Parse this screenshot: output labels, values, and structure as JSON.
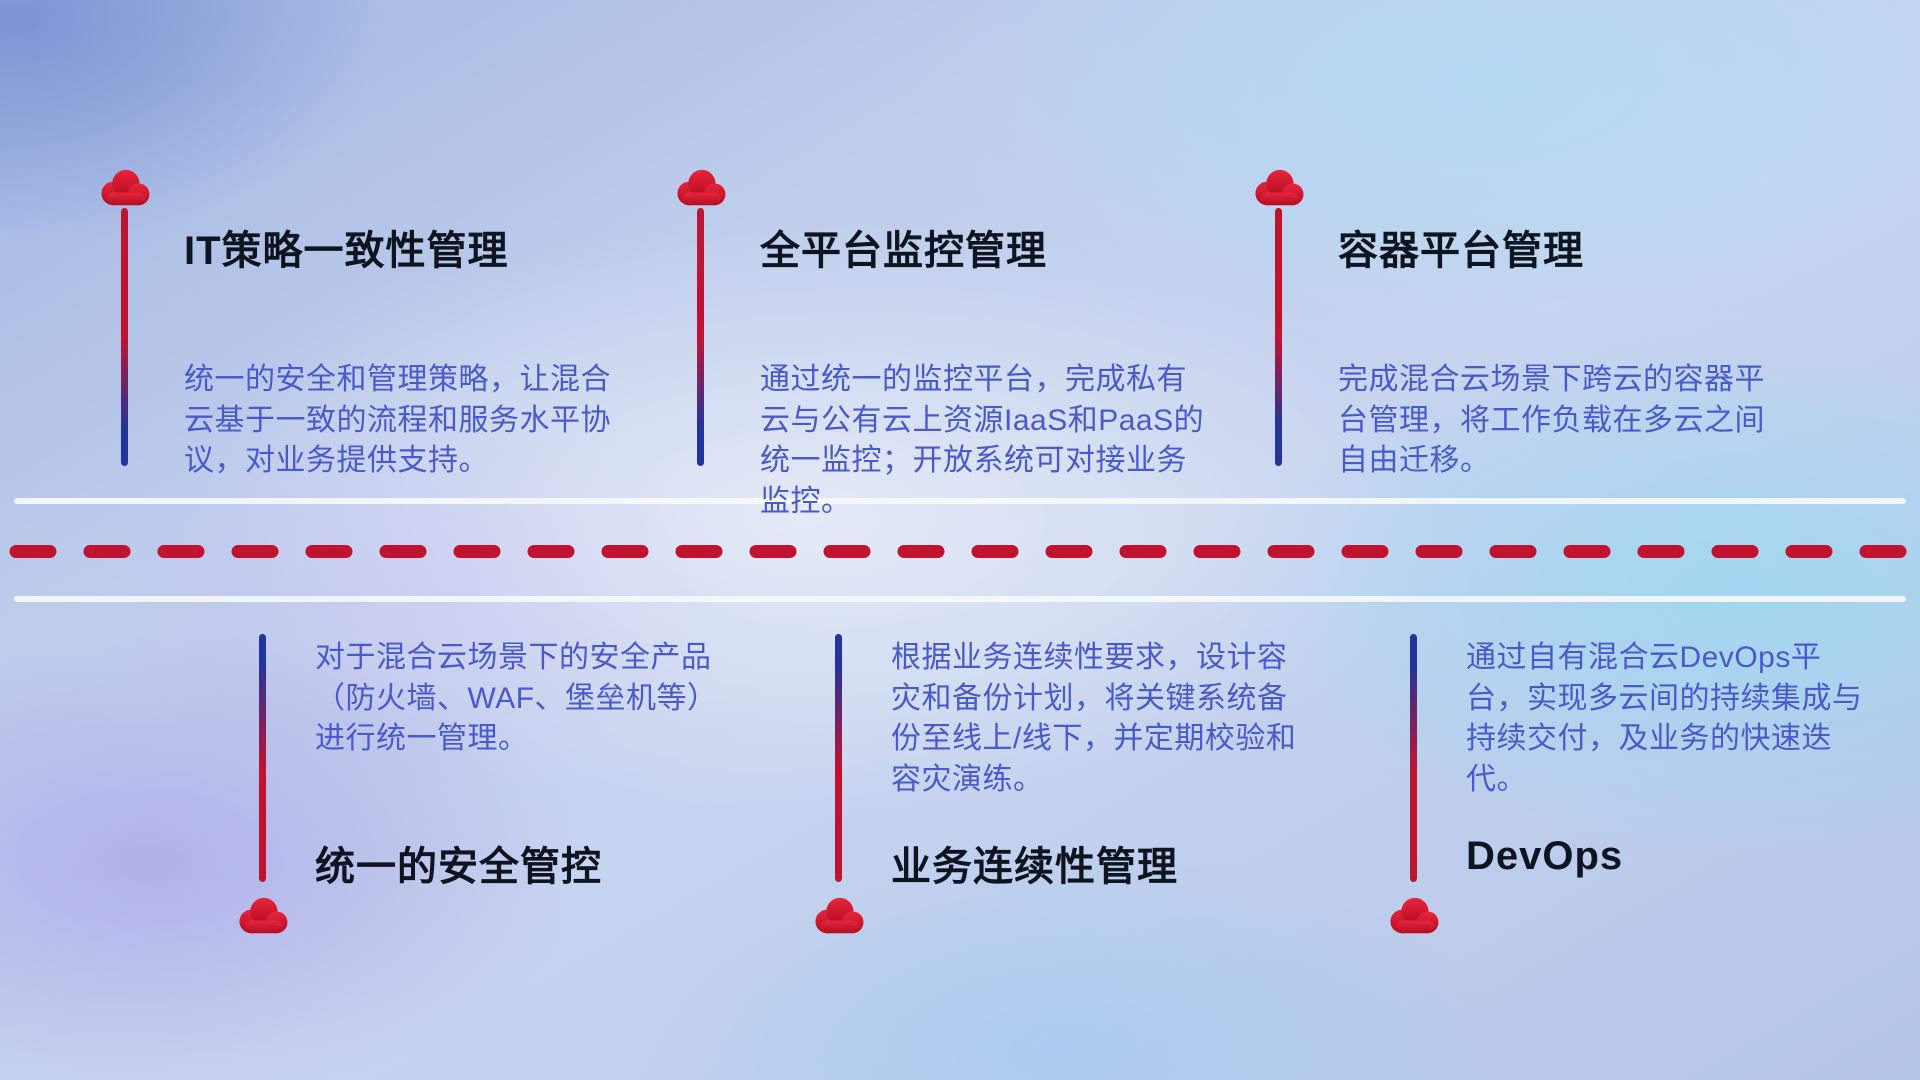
{
  "colors": {
    "accent_red": "#c01330",
    "accent_blue": "#23349a",
    "title_text": "#0e1420",
    "description_text": "#4a5ac9",
    "cloud_red": "#d0152b",
    "divider_white": "#f3f7fc"
  },
  "icons": {
    "marker": "cloud-icon"
  },
  "top_items": [
    {
      "title": "IT策略一致性管理",
      "description": "统一的安全和管理策略，让混合云基于一致的流程和服务水平协议，对业务提供支持。"
    },
    {
      "title": "全平台监控管理",
      "description": "通过统一的监控平台，完成私有云与公有云上资源IaaS和PaaS的统一监控；开放系统可对接业务监控。"
    },
    {
      "title": "容器平台管理",
      "description": "完成混合云场景下跨云的容器平台管理，将工作负载在多云之间自由迁移。"
    }
  ],
  "bottom_items": [
    {
      "title": "统一的安全管控",
      "description": "对于混合云场景下的安全产品（防火墙、WAF、堡垒机等）进行统一管理。"
    },
    {
      "title": "业务连续性管理",
      "description": "根据业务连续性要求，设计容灾和备份计划，将关键系统备份至线上/线下，并定期校验和容灾演练。"
    },
    {
      "title": "DevOps",
      "description": "通过自有混合云DevOps平台，实现多云间的持续集成与持续交付，及业务的快速迭代。"
    }
  ]
}
